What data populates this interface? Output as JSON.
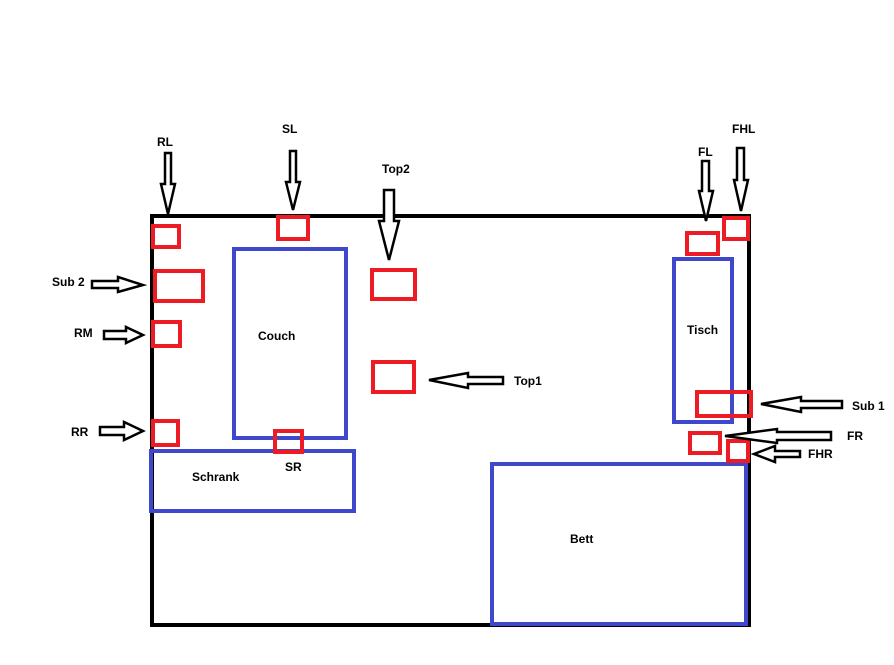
{
  "colors": {
    "room_outline": "#000000",
    "furniture": "#3f48cc",
    "speaker": "#ed1c24",
    "arrow": "#000000"
  },
  "furniture": {
    "couch": "Couch",
    "schrank": "Schrank",
    "tisch": "Tisch",
    "bett": "Bett"
  },
  "speakers": {
    "rl": "RL",
    "sl": "SL",
    "top2": "Top2",
    "fl": "FL",
    "fhl": "FHL",
    "sub2": "Sub 2",
    "rm": "RM",
    "rr": "RR",
    "top1": "Top1",
    "sub1": "Sub 1",
    "fr": "FR",
    "fhr": "FHR",
    "sr": "SR"
  }
}
